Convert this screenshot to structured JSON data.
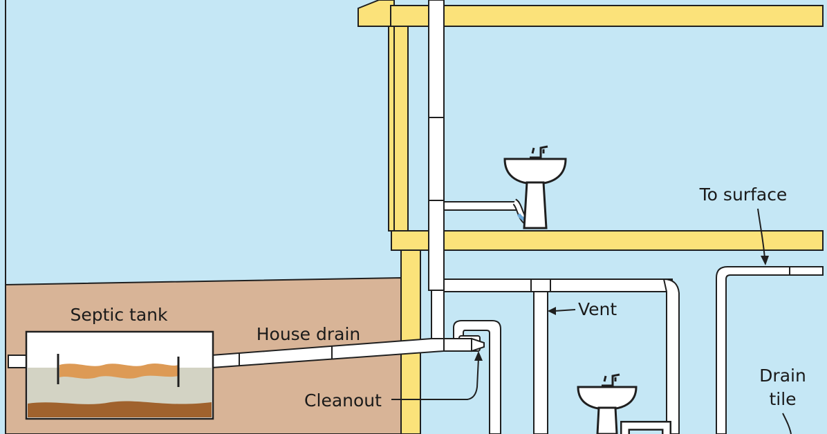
{
  "labels": {
    "septic_tank": "Septic tank",
    "house_drain": "House drain",
    "cleanout": "Cleanout",
    "vent": "Vent",
    "to_surface": "To surface",
    "drain_tile_line1": "Drain",
    "drain_tile_line2": "tile"
  },
  "colors": {
    "sky": "#c5e7f5",
    "soil": "#d8b497",
    "framing": "#fbe27a",
    "outline": "#1f1f1f",
    "pipe": "#ffffff",
    "sludge": "#a0622d",
    "scum": "#dd9a55",
    "tank_water": "#d3d3c4",
    "water": "#6aa7d8"
  }
}
